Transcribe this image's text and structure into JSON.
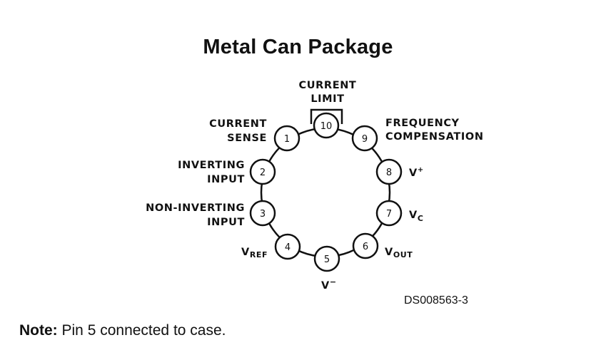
{
  "title": "Metal Can Package",
  "pins": [
    {
      "n": "1",
      "label_lines": [
        "CURRENT",
        "SENSE"
      ]
    },
    {
      "n": "2",
      "label_lines": [
        "INVERTING",
        "INPUT"
      ]
    },
    {
      "n": "3",
      "label_lines": [
        "NON-INVERTING",
        "INPUT"
      ]
    },
    {
      "n": "4",
      "label_main": "V",
      "label_sub": "REF"
    },
    {
      "n": "5",
      "label_main": "V",
      "label_sup": "−"
    },
    {
      "n": "6",
      "label_main": "V",
      "label_sub": "OUT"
    },
    {
      "n": "7",
      "label_main": "V",
      "label_sub": "C"
    },
    {
      "n": "8",
      "label_main": "V",
      "label_sup": "+"
    },
    {
      "n": "9",
      "label_lines": [
        "FREQUENCY",
        "COMPENSATION"
      ]
    },
    {
      "n": "10",
      "label_lines": [
        "CURRENT",
        "LIMIT"
      ]
    }
  ],
  "drawing_code": "DS008563-3",
  "note": {
    "bold": "Note:",
    "text": " Pin 5 connected to case."
  }
}
